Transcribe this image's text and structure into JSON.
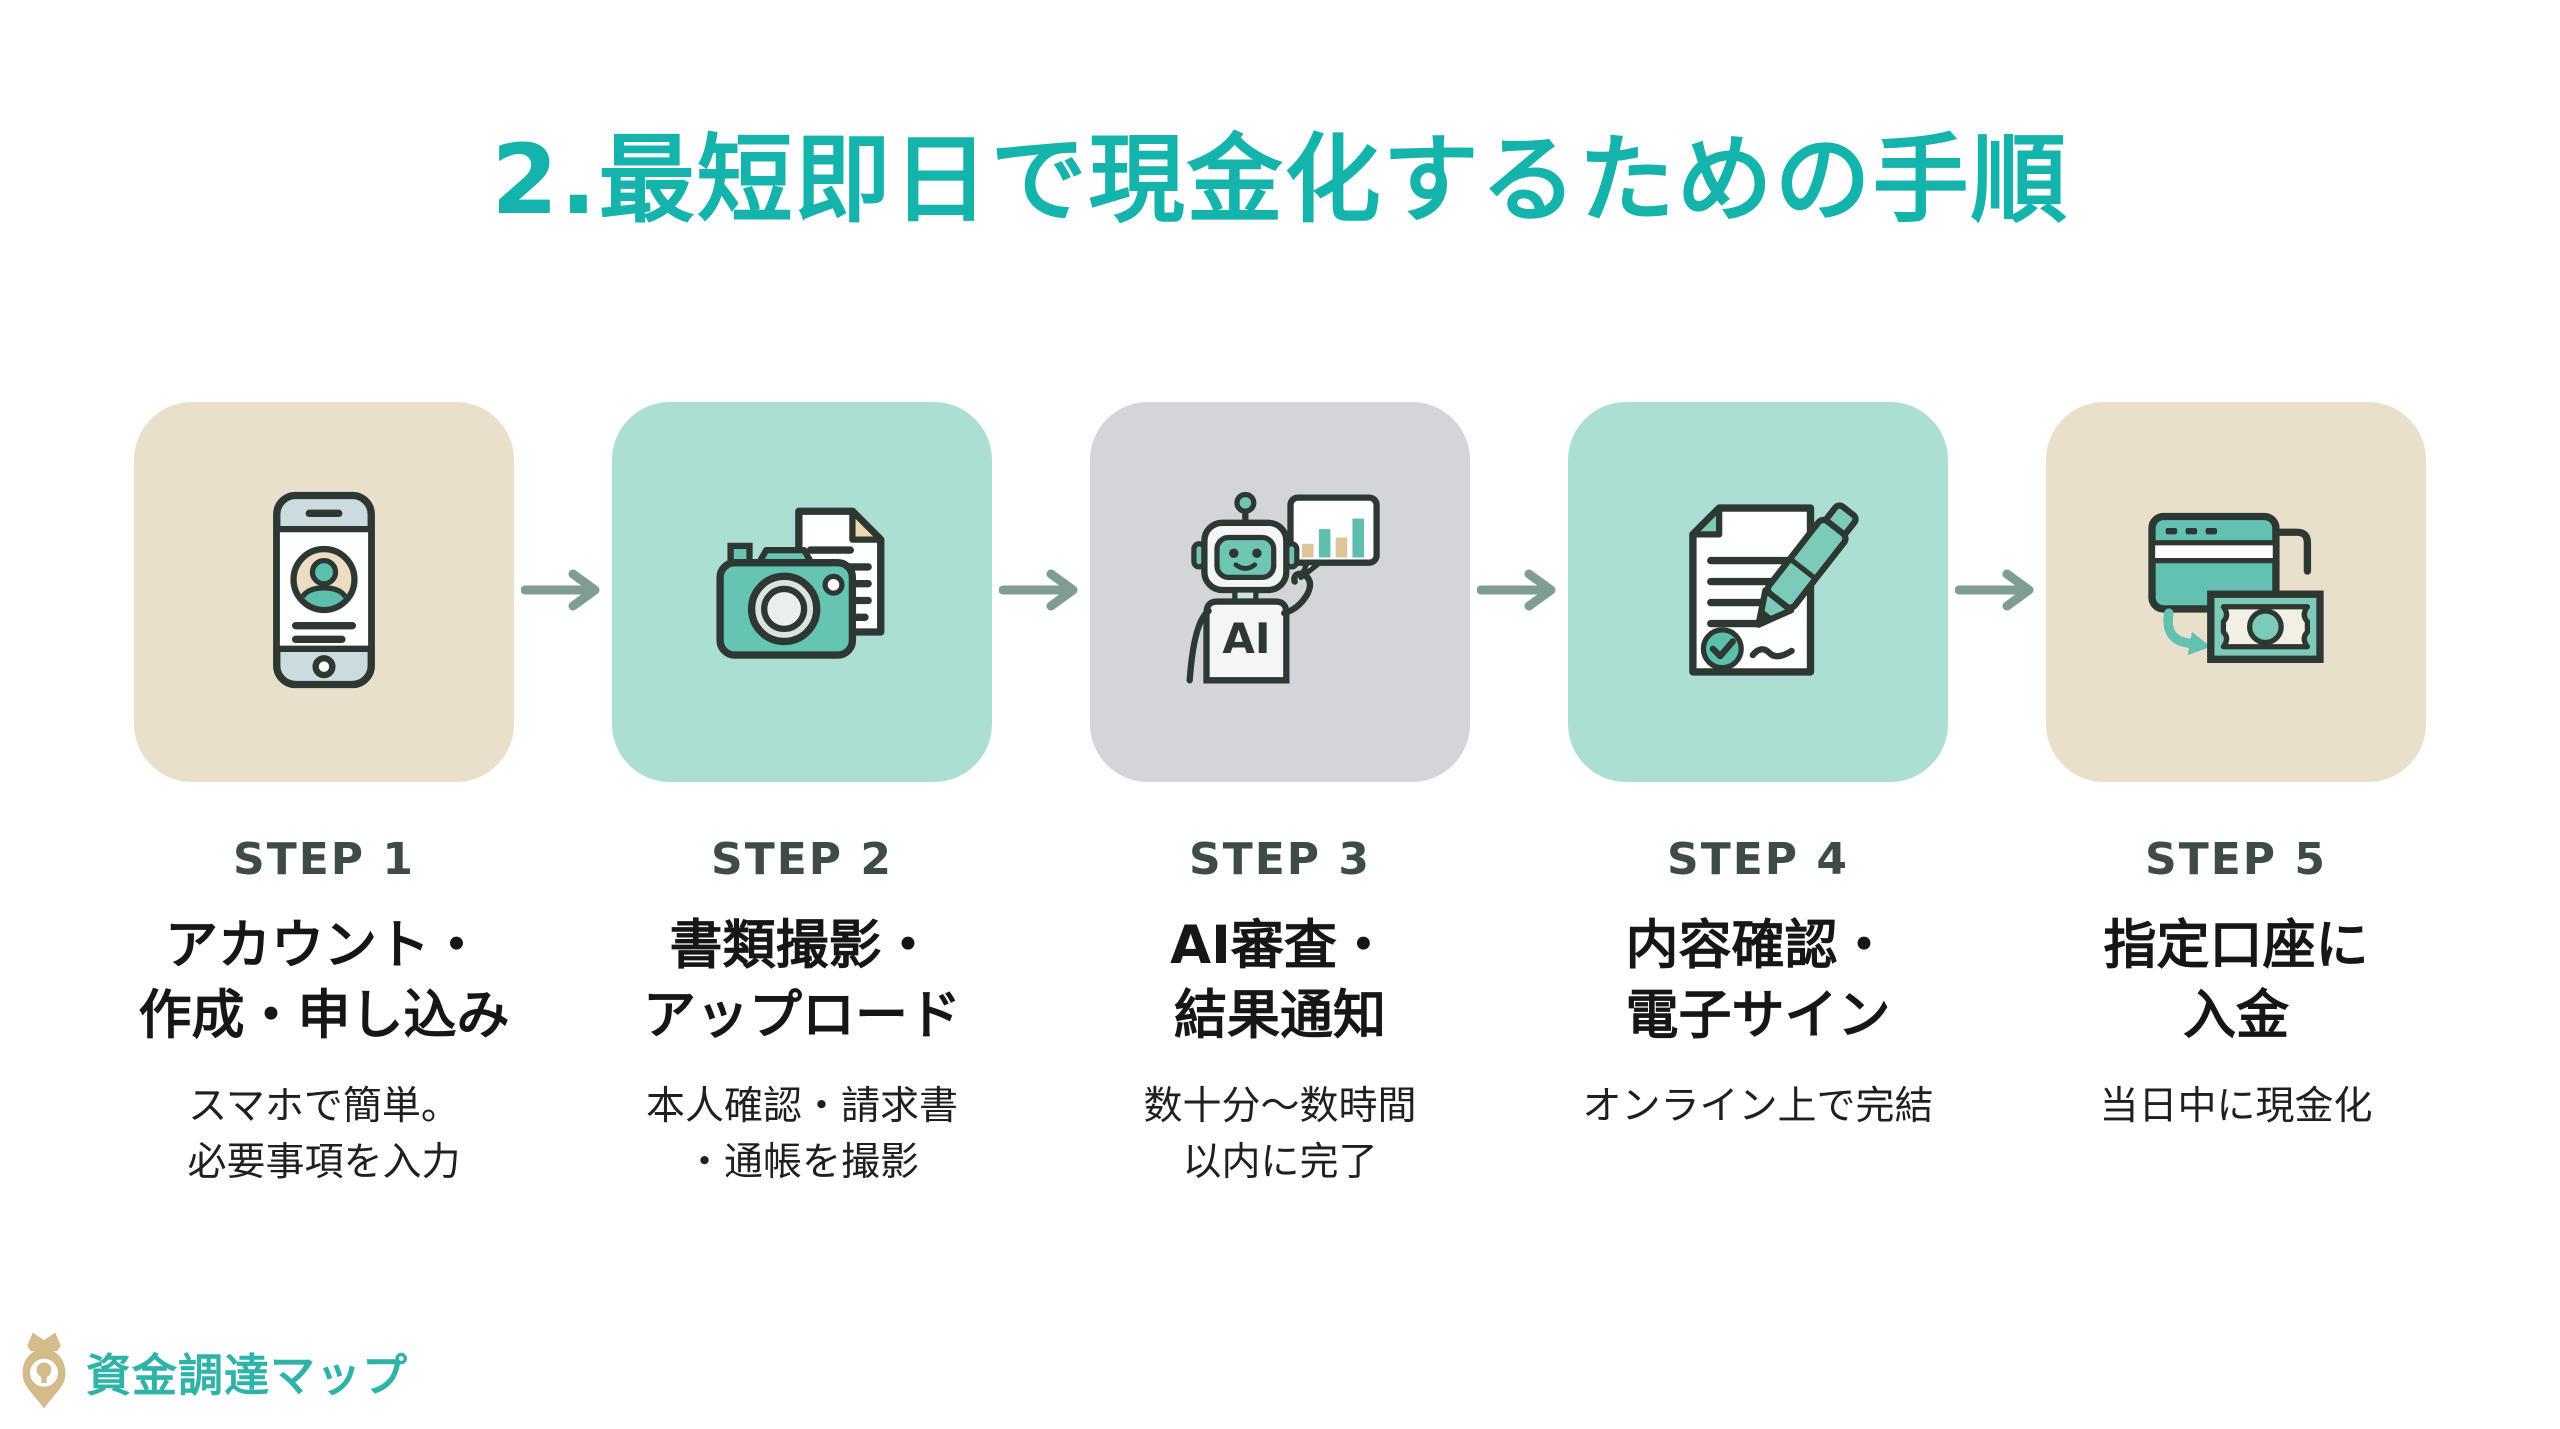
{
  "title": "2.最短即日で現金化するための手順",
  "colors": {
    "accent_teal": "#14b3ab",
    "card_beige": "#e8e0cb",
    "card_teal": "#abdfd4",
    "card_gray": "#d3d5d9",
    "arrow_sage": "#7f9d95",
    "step_label_color": "#3f4b47",
    "icon_teal": "#66c4b2",
    "icon_outline": "#2e3833",
    "logo_gold": "#d4bb8c",
    "logo_text_teal": "#2fb3a9"
  },
  "steps": [
    {
      "label": "STEP 1",
      "title": "アカウント・\n作成・申し込み",
      "subtitle": "スマホで簡単。\n必要事項を入力",
      "icon": "smartphone-account-icon",
      "card_color": "beige"
    },
    {
      "label": "STEP 2",
      "title": "書類撮影・\nアップロード",
      "subtitle": "本人確認・請求書\n・通帳を撮影",
      "icon": "camera-documents-icon",
      "card_color": "teal"
    },
    {
      "label": "STEP 3",
      "title": "AI審査・\n結果通知",
      "subtitle": "数十分〜数時間\n以内に完了",
      "icon": "ai-robot-chart-icon",
      "icon_label": "AI",
      "card_color": "gray"
    },
    {
      "label": "STEP 4",
      "title": "内容確認・\n電子サイン",
      "subtitle": "オンライン上で完結",
      "icon": "document-esign-icon",
      "card_color": "teal"
    },
    {
      "label": "STEP 5",
      "title": "指定口座に\n入金",
      "subtitle": "当日中に現金化",
      "icon": "card-cash-transfer-icon",
      "card_color": "beige"
    }
  ],
  "logo": {
    "text": "資金調達マップ",
    "icon": "map-pin-crown-icon"
  }
}
